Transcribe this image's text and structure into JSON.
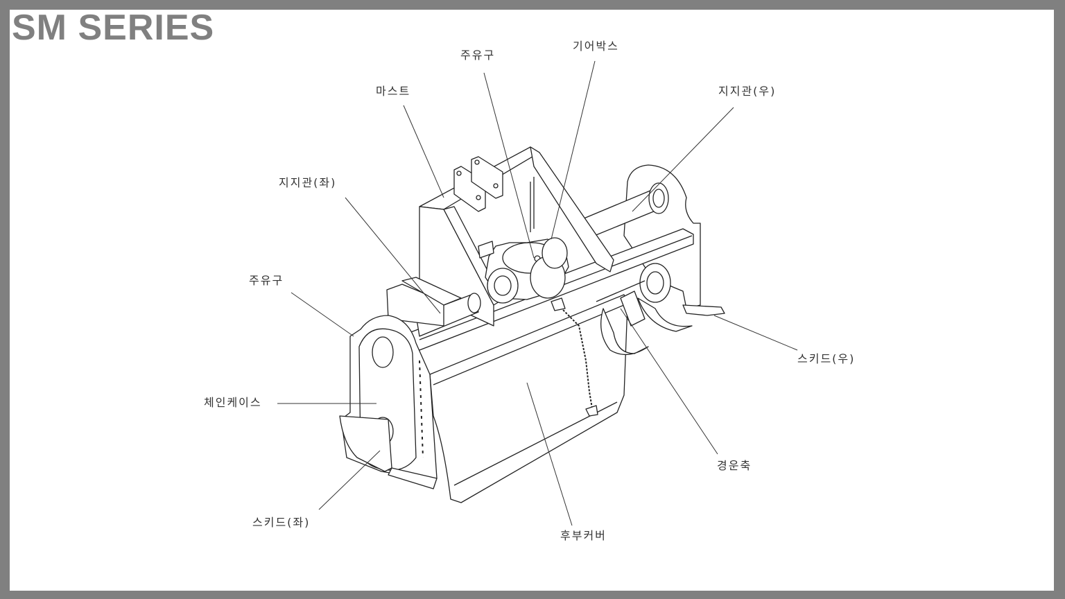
{
  "title": "SM SERIES",
  "labels": {
    "oil_inlet_top": "주유구",
    "gearbox": "기어박스",
    "mast": "마스트",
    "support_tube_right": "지지관(우)",
    "support_tube_left": "지지관(좌)",
    "oil_inlet_left": "주유구",
    "chain_case": "체인케이스",
    "skid_right": "스키드(우)",
    "tilling_shaft": "경운축",
    "skid_left": "스키드(좌)",
    "rear_cover": "후부커버"
  },
  "colors": {
    "frame": "#808080",
    "line": "#222222",
    "title": "#808080"
  }
}
